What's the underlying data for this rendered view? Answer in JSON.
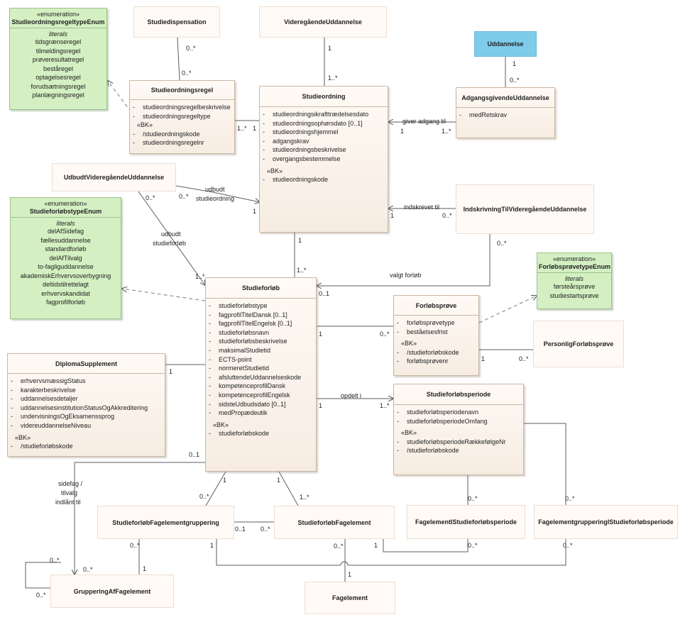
{
  "classes": {
    "studieordningsregeltypeenum": {
      "stereotype": "«enumeration»",
      "name": "StudieordningsregeltypeEnum",
      "literals_label": "literals",
      "values": [
        "tidsgrænseregel",
        "tilmeldingsregel",
        "prøveresultatregel",
        "beståregel",
        "optagelsesregel",
        "forudsætningsregel",
        "planlægningsregel"
      ]
    },
    "studiedispensation": {
      "name": "Studiedispensation"
    },
    "videregaaendeuddannelse": {
      "name": "VideregåendeUddannelse"
    },
    "uddannelse": {
      "name": "Uddannelse"
    },
    "studieordningsregel": {
      "name": "Studieordningsregel",
      "attrs": [
        "studieordningsregelbeskrivelse",
        "studieordningsregeltype"
      ],
      "bk": "«BK»",
      "keys": [
        "/studieordningskode",
        "studieordningsregelnr"
      ]
    },
    "studieordning": {
      "name": "Studieordning",
      "attrs": [
        "studieordningsikrafttrædelsesdato",
        "studieordningsophørsdato [0..1]",
        "studieordningshjemmel",
        "adgangskrav",
        "studieordningsbeskrivelse",
        "overgangsbestemmelse"
      ],
      "bk": "«BK»",
      "keys": [
        "studieordningskode"
      ]
    },
    "adgangsgivendeuddannelse": {
      "name": "AdgangsgivendeUddannelse",
      "attrs": [
        "medRetskrav"
      ]
    },
    "udbudtvideregaaende": {
      "name": "UdbudtVideregåendeUddannelse"
    },
    "indskrivning": {
      "name": "IndskrivningTilVideregåendeUddannelse"
    },
    "studieforloebtypeenum": {
      "stereotype": "«enumeration»",
      "name": "StudieforløbstypeEnum",
      "literals_label": "literals",
      "values": [
        "delAfSidefag",
        "fællesuddannelse",
        "standardforløb",
        "delAfTilvalg",
        "to-fagliguddannelse",
        "akademiskErhvervsoverbygning",
        "deltidstilrettelagt",
        "erhvervskandidat",
        "fagprofilforløb"
      ]
    },
    "forloebsproevetypeenum": {
      "stereotype": "«enumeration»",
      "name": "ForløbsprøvetypeEnum",
      "literals_label": "literals",
      "values": [
        "førsteårsprøve",
        "studiestartsprøve"
      ]
    },
    "studieforloeb": {
      "name": "Studieforløb",
      "attrs": [
        "studieforløbstype",
        "fagprofilTitelDansk [0..1]",
        "fagprofilTitelEngelsk [0..1]",
        "studieforløbsnavn",
        "studieforløbsbeskrivelse",
        "maksimalStudietid",
        "ECTS-point",
        "normeretStudietid",
        "afsluttendeUddannelseskode",
        "kompetenceprofilDansk",
        "kompetenceprofilEngelsk",
        "sidsteUdbudsdato [0..1]",
        "medPropædeutik"
      ],
      "bk": "«BK»",
      "keys": [
        "studieforløbskode"
      ]
    },
    "forloebsproeve": {
      "name": "Forløbsprøve",
      "attrs": [
        "forløbsprøvetype",
        "beståelsesfrist"
      ],
      "bk": "«BK»",
      "keys": [
        "/studieforløbskode",
        "forløbsprøvenr"
      ]
    },
    "personligforloebsproeve": {
      "name": "PersonligForløbsprøve"
    },
    "diplomasupplement": {
      "name": "DiplomaSupplement",
      "attrs": [
        "erhvervsmæssigStatus",
        "karakterbeskrivelse",
        "uddannelsesdetaljer",
        "uddannelsesinstitutionStatusOgAkkreditering",
        "undervisningsOgEksamenssprog",
        "videreuddannelseNiveau"
      ],
      "bk": "«BK»",
      "keys": [
        "/studieforløbskode"
      ]
    },
    "studieforloebsperiode": {
      "name": "Studieforløbsperiode",
      "attrs": [
        "studieforløbsperiodenavn",
        "studieforløbsperiodeOmfang"
      ],
      "bk": "«BK»",
      "keys": [
        "studieforløbsperiodeRækkefølgeNr",
        "/studieforløbskode"
      ]
    },
    "studieforloebfagelementgruppering": {
      "name": "StudieforløbFagelementgruppering"
    },
    "studieforloebfagelement": {
      "name": "StudieforløbFagelement"
    },
    "fagelementistudieforloebsperiode": {
      "name": "FagelementIStudieforløbsperiode"
    },
    "fagelementgrupperingistudieforloebsperiode": {
      "name": "FagelementgrupperingIStudieforløbsperiode"
    },
    "grupperingaffagelement": {
      "name": "GrupperingAfFagelement"
    },
    "fagelement": {
      "name": "Fagelement"
    }
  },
  "multiplicities": {
    "m_disp_top": "0..*",
    "m_disp_bot": "0..*",
    "m_vu_top": "1",
    "m_vu_bot": "1..*",
    "m_udd_top": "1",
    "m_udd_bot": "0..*",
    "m_regel_right": "1..*",
    "m_so_left": "1",
    "m_so_adg": "1",
    "m_adg_left": "1..*",
    "m_uvu_a": "0..*",
    "m_uvu_b": "0..*",
    "m_uvu_so": "1",
    "m_so_ind": "1",
    "m_ind_left": "0..*",
    "m_so_bot": "1",
    "m_sf_top": "1..*",
    "m_uvu_sf": "1..*",
    "m_ind_bot": "0..*",
    "m_sf_ind": "0..1",
    "m_sf_fp": "1",
    "m_fp_left": "0..*",
    "m_fp_pers": "1",
    "m_pers_left": "0..*",
    "m_ds": "1",
    "m_sf_per": "1",
    "m_per_left": "1..*",
    "m_sf_01": "0..1",
    "m_sf_b1": "1",
    "m_sfg_top": "0..*",
    "m_sf_b2": "1",
    "m_sfe_top": "1..*",
    "m_sfg_right": "0..1",
    "m_sfe_left": "0..*",
    "m_sfg_bot_l": "0..*",
    "m_sfg_bot_r": "1",
    "m_gaf_top_l": "0..*",
    "m_gaf_top_r": "1",
    "m_gaf_self_a": "0..*",
    "m_gaf_self_b": "0..*",
    "m_sfe_bot": "0..*",
    "m_fe_top": "1",
    "m_fiper_top": "0..*",
    "m_fiper_bot": "0..*",
    "m_fg_top": "0..*",
    "m_fg_bot": "0..*",
    "m_sfe_fis": "1"
  },
  "roles": {
    "giver_adgang": "giver adgang til",
    "udbudt_so_1": "udbudt",
    "udbudt_so_2": "studieordning",
    "indskrevet": "indskrevet til",
    "udbudt_sf_1": "udbudt",
    "udbudt_sf_2": "studieforløb",
    "valgt": "valgt forløb",
    "opdelt": "opdelt i",
    "sidefag_1": "sidefag /",
    "sidefag_2": "tilvalg",
    "sidefag_3": "indlånt til"
  }
}
